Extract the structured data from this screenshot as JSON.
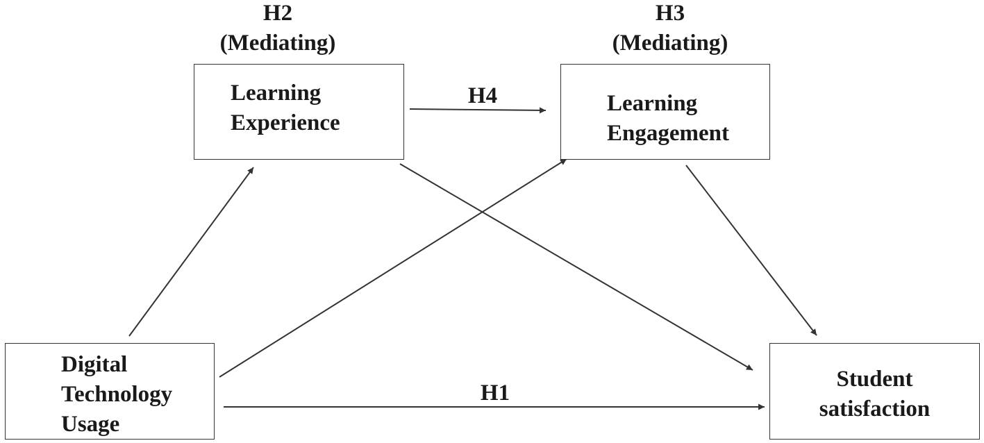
{
  "nodes": {
    "learning_experience": {
      "line1": "Learning",
      "line2": "Experience"
    },
    "learning_engagement": {
      "line1": "Learning",
      "line2": "Engagement"
    },
    "digital_technology_usage": {
      "line1": "Digital",
      "line2": "Technology",
      "line3": "Usage"
    },
    "student_satisfaction": {
      "line1": "Student",
      "line2": "satisfaction"
    }
  },
  "hypotheses": {
    "h1": {
      "label": "H1"
    },
    "h2": {
      "label": "H2",
      "role": "(Mediating)"
    },
    "h3": {
      "label": "H3",
      "role": "(Mediating)"
    },
    "h4": {
      "label": "H4"
    }
  },
  "edges": [
    {
      "from": "digital_technology_usage",
      "to": "learning_experience"
    },
    {
      "from": "digital_technology_usage",
      "to": "learning_engagement"
    },
    {
      "from": "digital_technology_usage",
      "to": "student_satisfaction",
      "label": "H1"
    },
    {
      "from": "learning_experience",
      "to": "learning_engagement",
      "label": "H4"
    },
    {
      "from": "learning_experience",
      "to": "student_satisfaction"
    },
    {
      "from": "learning_engagement",
      "to": "student_satisfaction"
    }
  ],
  "colors": {
    "line": "#333333",
    "text": "#1a1a1a",
    "background": "#ffffff"
  }
}
